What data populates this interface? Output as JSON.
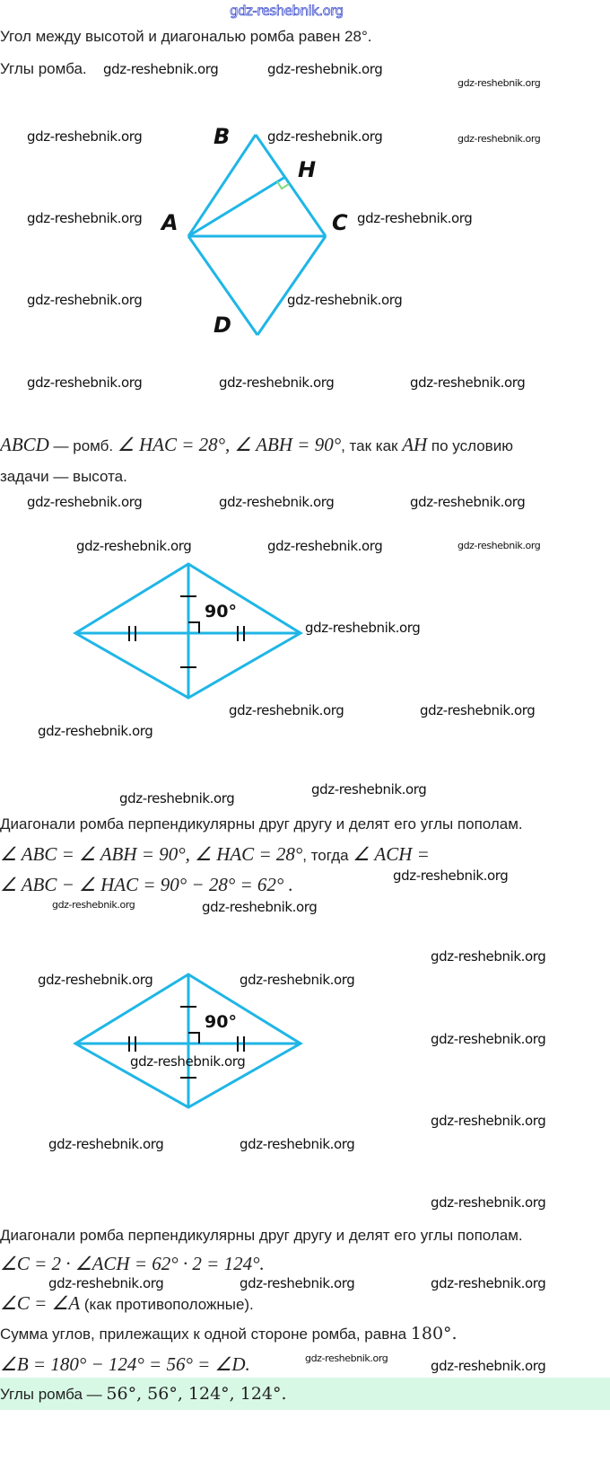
{
  "header": {
    "watermark": "gdz-reshebnik.org"
  },
  "text": {
    "l1": "Угол между высотой и диагональю ромба равен 28°.",
    "l2": "Углы ромба.",
    "l3a": "ABCD",
    "l3b": " — ромб. ",
    "l3c": "∠ HAC = 28°, ∠ ABH = 90°",
    "l3d": ", так как ",
    "l3e": "AH",
    "l3f": " по условию",
    "l4": "задачи — высота.",
    "l5": "Диагонали ромба перпендикулярны друг другу и делят его углы пополам.",
    "l6a": "∠ ABC = ∠ ABH = 90°, ∠ HAC = 28°",
    "l6b": ", тогда ",
    "l6c": "∠ ACH =",
    "l7": "∠ ABC − ∠ HAC = 90° − 28° = 62° .",
    "l8": "Диагонали ромба перпендикулярны друг другу и делят его углы пополам.",
    "l9": "∠C = 2 · ∠ACH = 62° · 2 = 124°.",
    "l10a": "∠C = ∠A",
    "l10b": " (как противоположные).",
    "l11a": "Сумма углов, прилежащих к одной стороне ромба, равна ",
    "l11b": "180°.",
    "l12": "∠B = 180° − 124° = 56° = ∠D.",
    "answer_a": "Углы ромба — ",
    "answer_b": "56°, 56°, 124°, 124°."
  },
  "figure1": {
    "labels": {
      "A": "A",
      "B": "B",
      "C": "C",
      "D": "D",
      "H": "H"
    }
  },
  "figure2": {
    "angle": "90°"
  },
  "figure3": {
    "angle": "90°"
  },
  "watermarks": [
    "gdz-reshebnik.org"
  ],
  "colors": {
    "figure_line": "#1fb6e6",
    "answer_bg": "#d8f8e6",
    "right_angle_mark": "#7ddc7d"
  }
}
